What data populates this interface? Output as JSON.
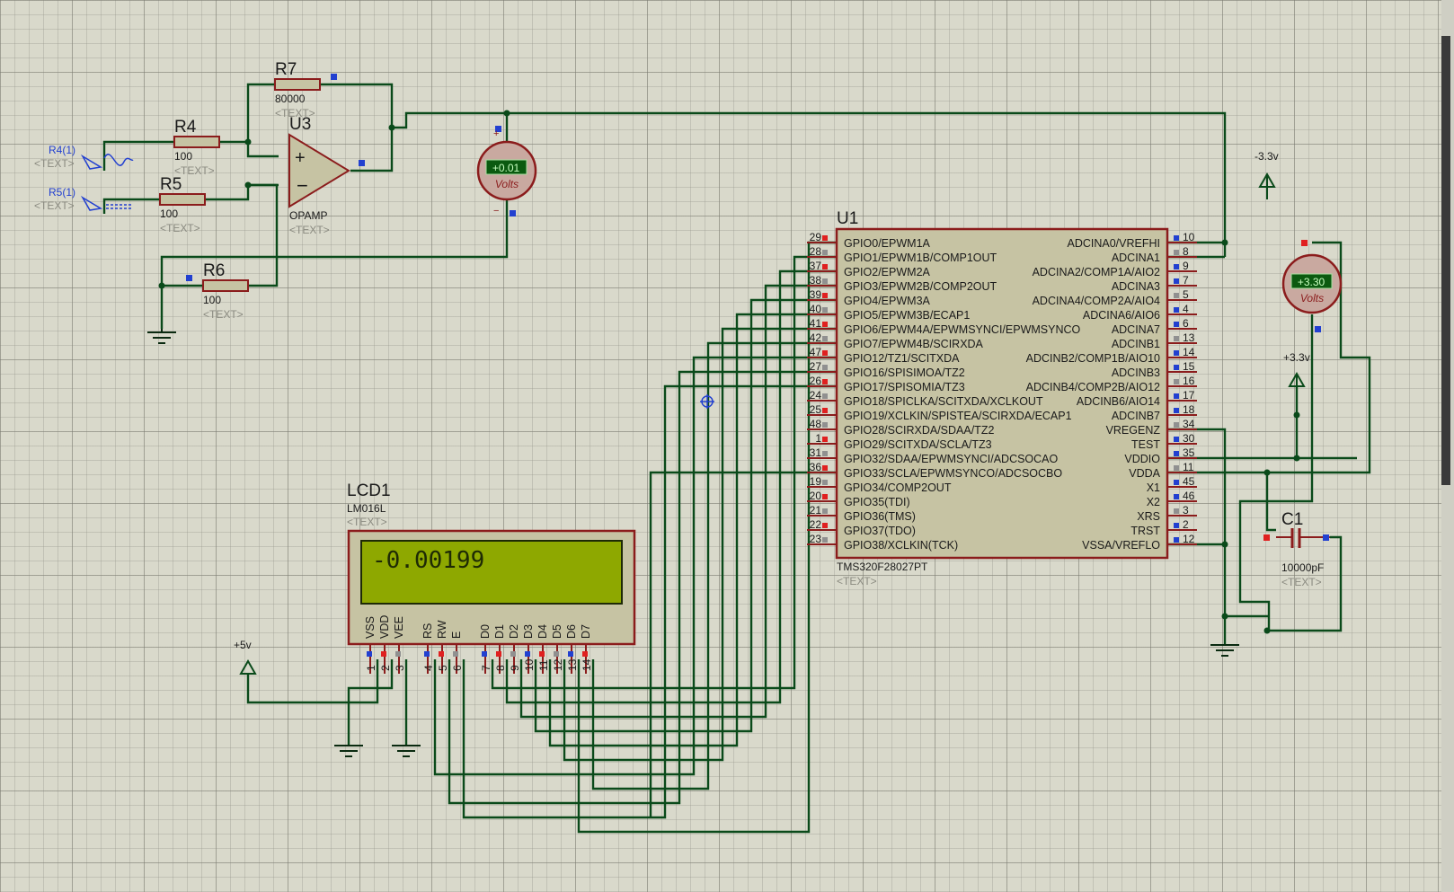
{
  "app": {
    "title": "Proteus ISIS schematic"
  },
  "components": {
    "r4": {
      "ref": "R4",
      "value": "100",
      "text": "<TEXT>"
    },
    "r5": {
      "ref": "R5",
      "value": "100",
      "text": "<TEXT>"
    },
    "r6": {
      "ref": "R6",
      "value": "100",
      "text": "<TEXT>"
    },
    "r7": {
      "ref": "R7",
      "value": "80000",
      "text": "<TEXT>"
    },
    "u3": {
      "ref": "U3",
      "value": "OPAMP",
      "text": "<TEXT>"
    },
    "gen1": {
      "ref": "R4(1)",
      "text": "<TEXT>"
    },
    "gen2": {
      "ref": "R5(1)",
      "text": "<TEXT>"
    },
    "lcd": {
      "ref": "LCD1",
      "value": "LM016L",
      "text": "<TEXT>",
      "display": "-0.00199",
      "pins": [
        "VSS",
        "VDD",
        "VEE",
        "RS",
        "RW",
        "E",
        "D0",
        "D1",
        "D2",
        "D3",
        "D4",
        "D5",
        "D6",
        "D7"
      ],
      "pin_numbers": [
        "1",
        "2",
        "3",
        "4",
        "5",
        "6",
        "7",
        "8",
        "9",
        "10",
        "11",
        "12",
        "13",
        "14"
      ]
    },
    "u1": {
      "ref": "U1",
      "value": "TMS320F28027PT",
      "text": "<TEXT>",
      "left_pins": [
        {
          "num": "29",
          "name": "GPIO0/EPWM1A"
        },
        {
          "num": "28",
          "name": "GPIO1/EPWM1B/COMP1OUT"
        },
        {
          "num": "37",
          "name": "GPIO2/EPWM2A"
        },
        {
          "num": "38",
          "name": "GPIO3/EPWM2B/COMP2OUT"
        },
        {
          "num": "39",
          "name": "GPIO4/EPWM3A"
        },
        {
          "num": "40",
          "name": "GPIO5/EPWM3B/ECAP1"
        },
        {
          "num": "41",
          "name": "GPIO6/EPWM4A/EPWMSYNCI/EPWMSYNCO"
        },
        {
          "num": "42",
          "name": "GPIO7/EPWM4B/SCIRXDA"
        },
        {
          "num": "47",
          "name": "GPIO12/TZ1/SCITXDA"
        },
        {
          "num": "27",
          "name": "GPIO16/SPISIMOA/TZ2"
        },
        {
          "num": "26",
          "name": "GPIO17/SPISOMIA/TZ3"
        },
        {
          "num": "24",
          "name": "GPIO18/SPICLKA/SCITXDA/XCLKOUT"
        },
        {
          "num": "25",
          "name": "GPIO19/XCLKIN/SPISTEA/SCIRXDA/ECAP1"
        },
        {
          "num": "48",
          "name": "GPIO28/SCIRXDA/SDAA/TZ2"
        },
        {
          "num": "1",
          "name": "GPIO29/SCITXDA/SCLA/TZ3"
        },
        {
          "num": "31",
          "name": "GPIO32/SDAA/EPWMSYNCI/ADCSOCAO"
        },
        {
          "num": "36",
          "name": "GPIO33/SCLA/EPWMSYNCO/ADCSOCBO"
        },
        {
          "num": "19",
          "name": "GPIO34/COMP2OUT"
        },
        {
          "num": "20",
          "name": "GPIO35(TDI)"
        },
        {
          "num": "21",
          "name": "GPIO36(TMS)"
        },
        {
          "num": "22",
          "name": "GPIO37(TDO)"
        },
        {
          "num": "23",
          "name": "GPIO38/XCLKIN(TCK)"
        }
      ],
      "right_pins": [
        {
          "num": "10",
          "name": "ADCINA0/VREFHI"
        },
        {
          "num": "8",
          "name": "ADCINA1"
        },
        {
          "num": "9",
          "name": "ADCINA2/COMP1A/AIO2"
        },
        {
          "num": "7",
          "name": "ADCINA3"
        },
        {
          "num": "5",
          "name": "ADCINA4/COMP2A/AIO4"
        },
        {
          "num": "4",
          "name": "ADCINA6/AIO6"
        },
        {
          "num": "6",
          "name": "ADCINA7"
        },
        {
          "num": "13",
          "name": "ADCINB1"
        },
        {
          "num": "14",
          "name": "ADCINB2/COMP1B/AIO10"
        },
        {
          "num": "15",
          "name": "ADCINB3"
        },
        {
          "num": "16",
          "name": "ADCINB4/COMP2B/AIO12"
        },
        {
          "num": "17",
          "name": "ADCINB6/AIO14"
        },
        {
          "num": "18",
          "name": "ADCINB7"
        },
        {
          "num": "34",
          "name": "VREGENZ"
        },
        {
          "num": "30",
          "name": "TEST"
        },
        {
          "num": "35",
          "name": "VDDIO"
        },
        {
          "num": "11",
          "name": "VDDA"
        },
        {
          "num": "45",
          "name": "X1"
        },
        {
          "num": "46",
          "name": "X2"
        },
        {
          "num": "3",
          "name": "XRS"
        },
        {
          "num": "2",
          "name": "TRST"
        },
        {
          "num": "12",
          "name": "VSSA/VREFLO"
        }
      ]
    },
    "vm1": {
      "reading": "+0.01",
      "unit": "Volts"
    },
    "vm2": {
      "reading": "+3.30",
      "unit": "Volts"
    },
    "c1": {
      "ref": "C1",
      "value": "10000pF",
      "text": "<TEXT>"
    },
    "power": {
      "neg33": "-3.3v",
      "pos33": "+3.3v",
      "pos5": "+5v"
    }
  },
  "colors": {
    "wire": "#0a4a1a",
    "body": "#c6c3a3",
    "outline": "#8b1c1c",
    "lcd_screen": "#8ea800"
  }
}
